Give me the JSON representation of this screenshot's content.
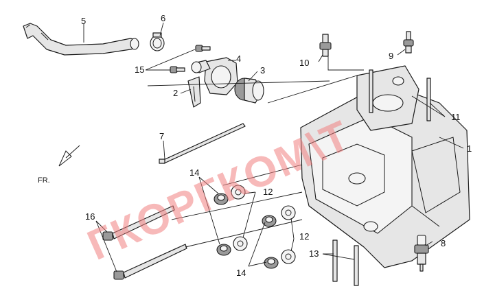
{
  "callouts": {
    "c1": "1",
    "c2": "2",
    "c3": "3",
    "c4": "4",
    "c5": "5",
    "c6": "6",
    "c7": "7",
    "c8": "8",
    "c9": "9",
    "c10": "10",
    "c11": "11",
    "c12a": "12",
    "c12b": "12",
    "c13": "13",
    "c14a": "14",
    "c14b": "14",
    "c15": "15",
    "c16": "16"
  },
  "direction_label": "FR.",
  "watermark": "ГКОРГКОМ\\Т"
}
